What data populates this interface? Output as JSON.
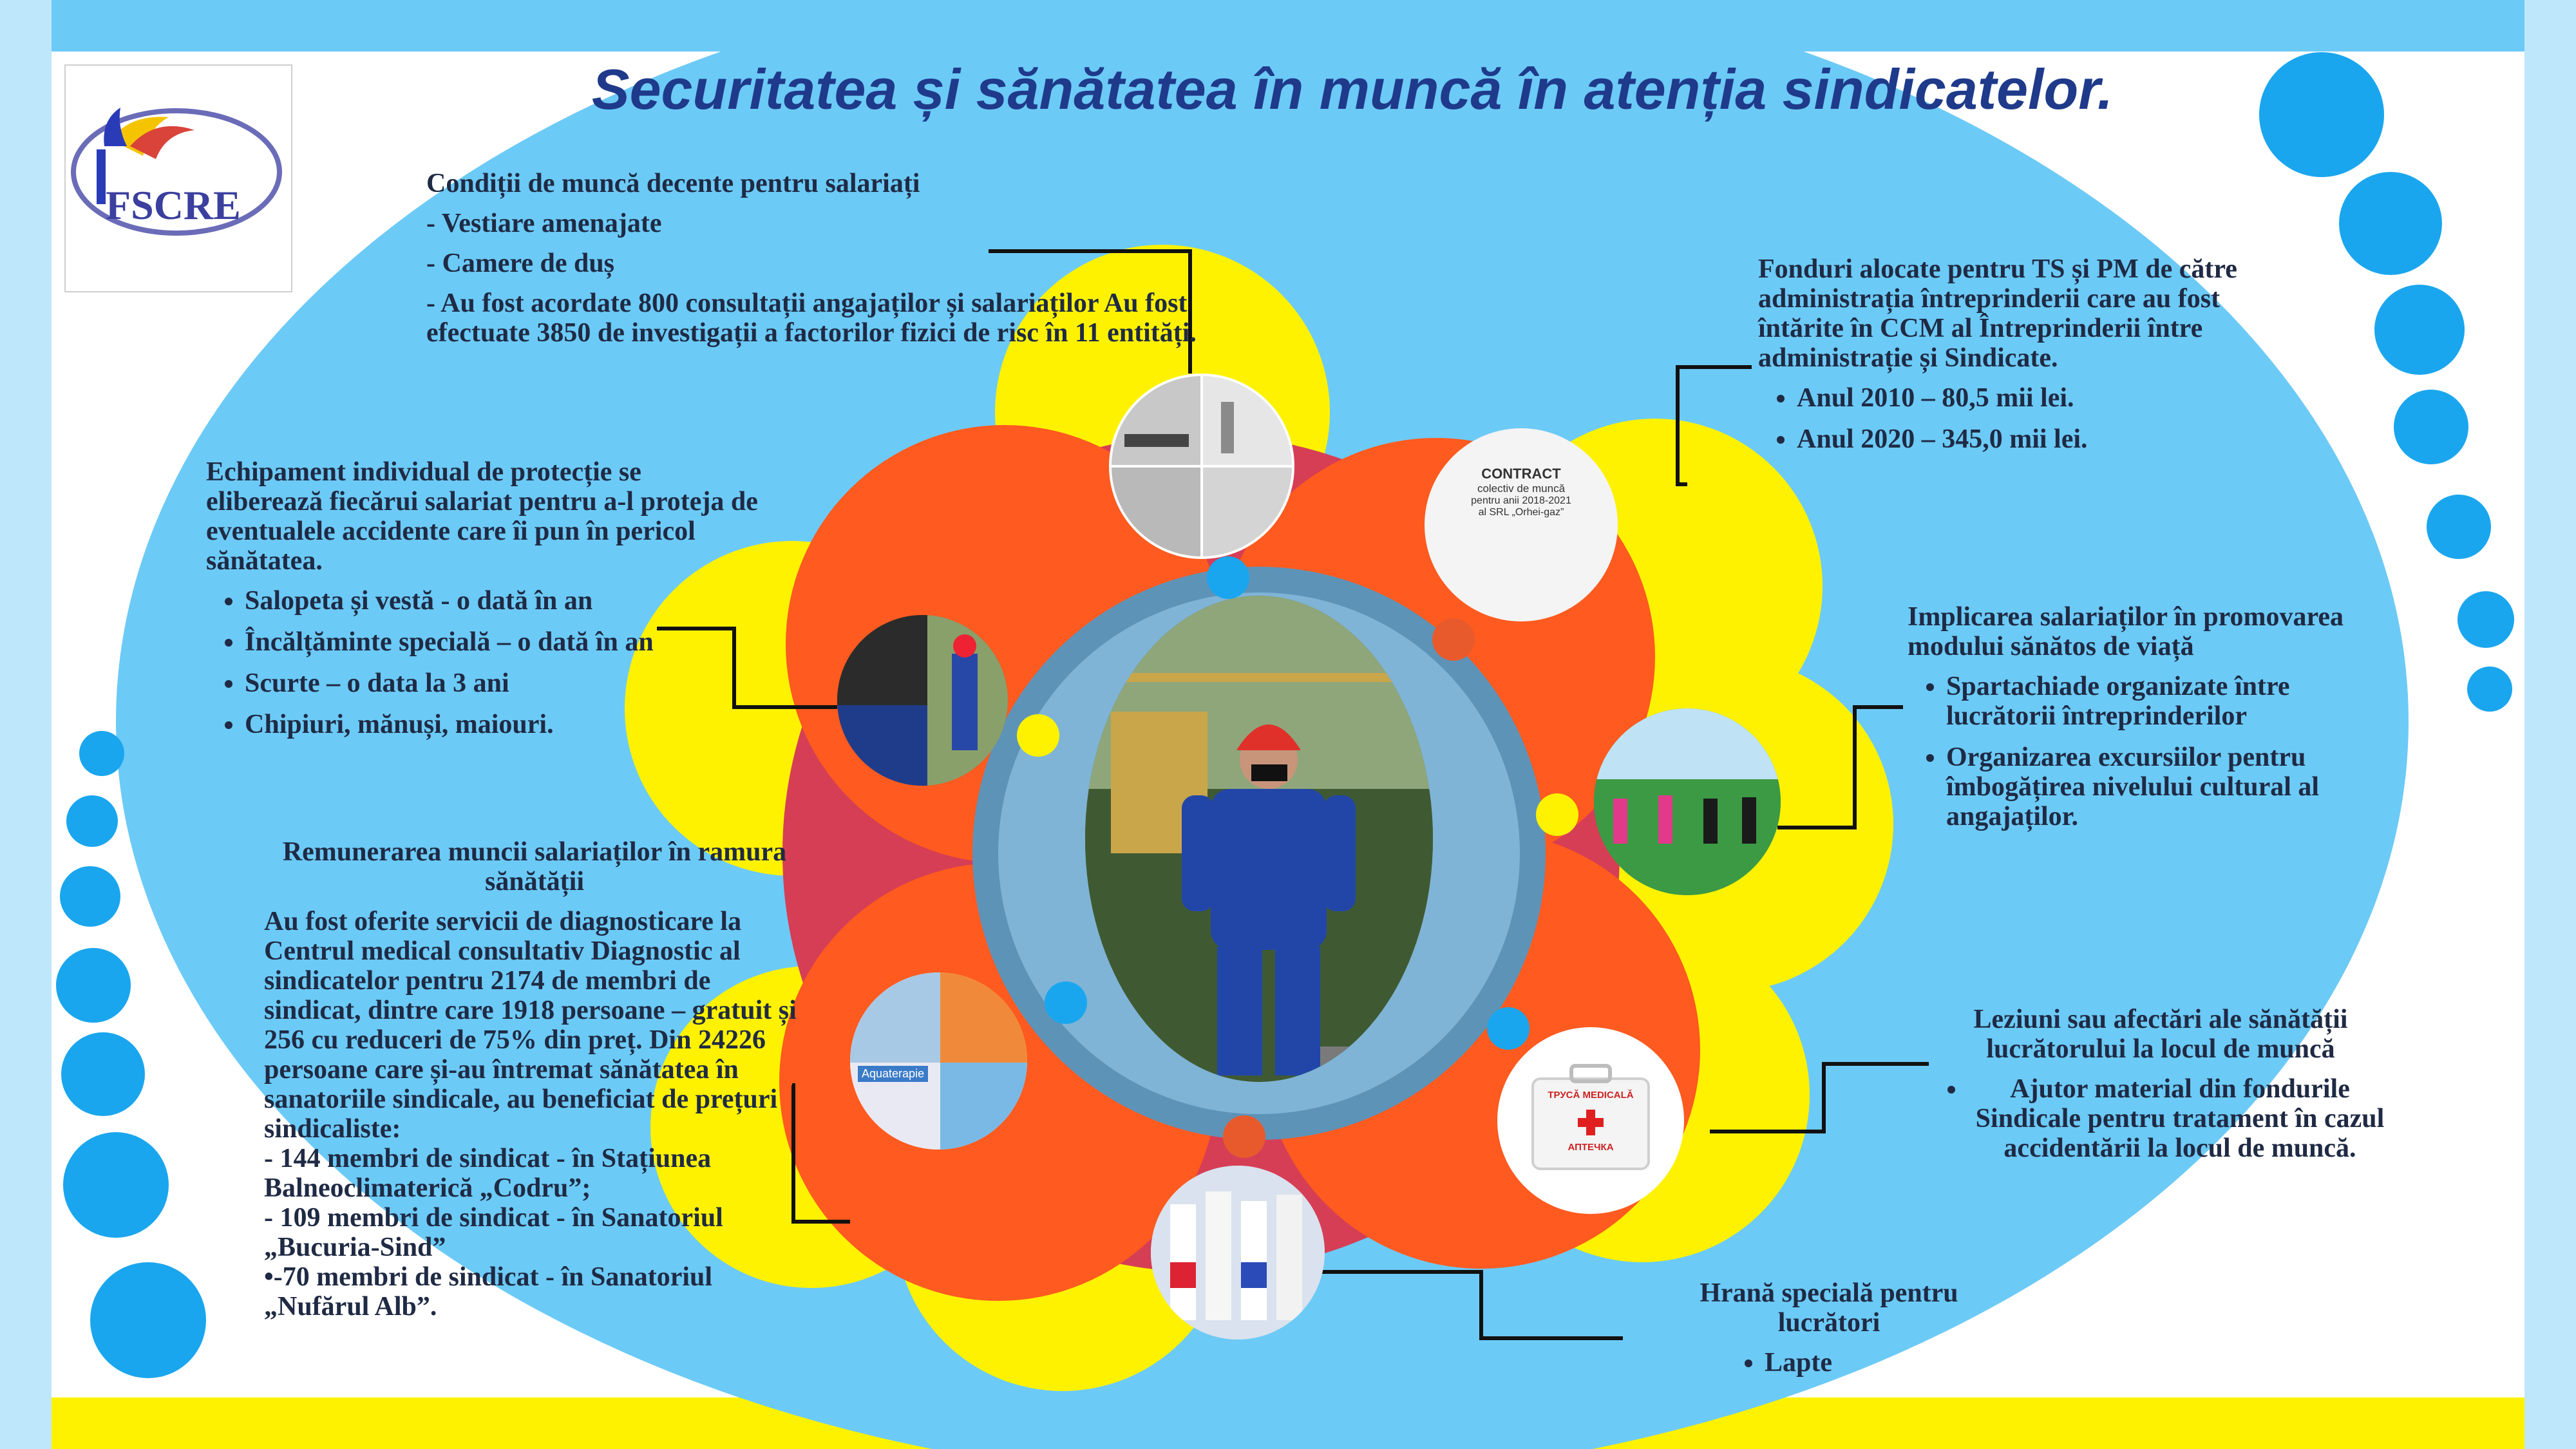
{
  "title": "Securitatea și sănătatea în muncă în atenția sindicatelor.",
  "logo": {
    "text": "FSCRE"
  },
  "colors": {
    "sky": "#6ccaf6",
    "yellow": "#fff200",
    "red": "#d63e55",
    "orange": "#ff5a1f",
    "ring": "#5e93b8",
    "dot_blue": "#1aa6ee",
    "dot_orange": "#e85a2c",
    "title": "#1f3a8a",
    "text": "#1f2a44"
  },
  "blocks": {
    "conditions": {
      "heading": "Condiții de muncă decente pentru salariați",
      "lines": [
        "-   Vestiare amenajate",
        "- Camere de duș",
        "- Au fost acordate 800 consultații angajaților și salariaților Au fost efectuate 3850 de investigații a factorilor fizici de risc în 11 entități."
      ]
    },
    "equipment": {
      "heading": "Echipament individual de protecție se eliberează fiecărui salariat pentru a-l proteja de eventualele accidente care îi pun în pericol sănătatea.",
      "items": [
        "Salopeta și vestă - o dată în an",
        "Încălțăminte specială – o dată în an",
        "Scurte – o data la 3 ani",
        "Chipiuri, mănuși, maiouri."
      ]
    },
    "remuneration": {
      "heading": "Remunerarea muncii salariaților în ramura sănătății",
      "body": "Au fost oferite servicii de diagnosticare la Centrul medical consultativ Diagnostic al sindicatelor pentru 2174 de membri de sindicat, dintre care 1918 persoane – gratuit și 256 cu reduceri de 75% din preț. Din 24226 persoane care și-au întremat sănătatea în sanatoriile sindicale, au beneficiat de prețuri sindicaliste:",
      "lines": [
        "- 144 membri de sindicat - în Stațiunea Balneoclimaterică „Codru”;",
        "- 109 membri de sindicat - în Sanatoriul „Bucuria-Sind”",
        "•-70 membri de sindicat - în Sanatoriul „Nufărul Alb”."
      ]
    },
    "funds": {
      "heading": "Fonduri alocate pentru TS și PM de către administrația întreprinderii care au fost întărite în CCM al Întreprinderii între administrație și Sindicate.",
      "items": [
        "Anul 2010 – 80,5 mii lei.",
        "Anul 2020 – 345,0 mii lei."
      ]
    },
    "lifestyle": {
      "heading": "Implicarea salariaților în promovarea modului sănătos de viață",
      "items": [
        "Spartachiade organizate între lucrătorii întreprinderilor",
        "Organizarea excursiilor pentru îmbogățirea nivelului cultural al angajaților."
      ]
    },
    "injuries": {
      "heading": "Leziuni sau afectări ale sănătății lucrătorului la locul de muncă",
      "items": [
        "Ajutor material din fondurile Sindicale pentru tratament în cazul accidentării la locul de muncă."
      ]
    },
    "food": {
      "heading": "Hrană specială pentru lucrători",
      "items": [
        "Lapte"
      ]
    }
  },
  "photos": {
    "contract": {
      "lines": [
        "CONTRACT",
        "colectiv de muncă",
        "pentru anii 2018-2021",
        "al SRL „Orhei-gaz”"
      ]
    },
    "firstaid": {
      "label_top": "ТРУСĂ MEDICALĂ",
      "label_bottom": "АПТЕЧКА"
    },
    "spa": {
      "label": "Aquaterapie"
    }
  }
}
